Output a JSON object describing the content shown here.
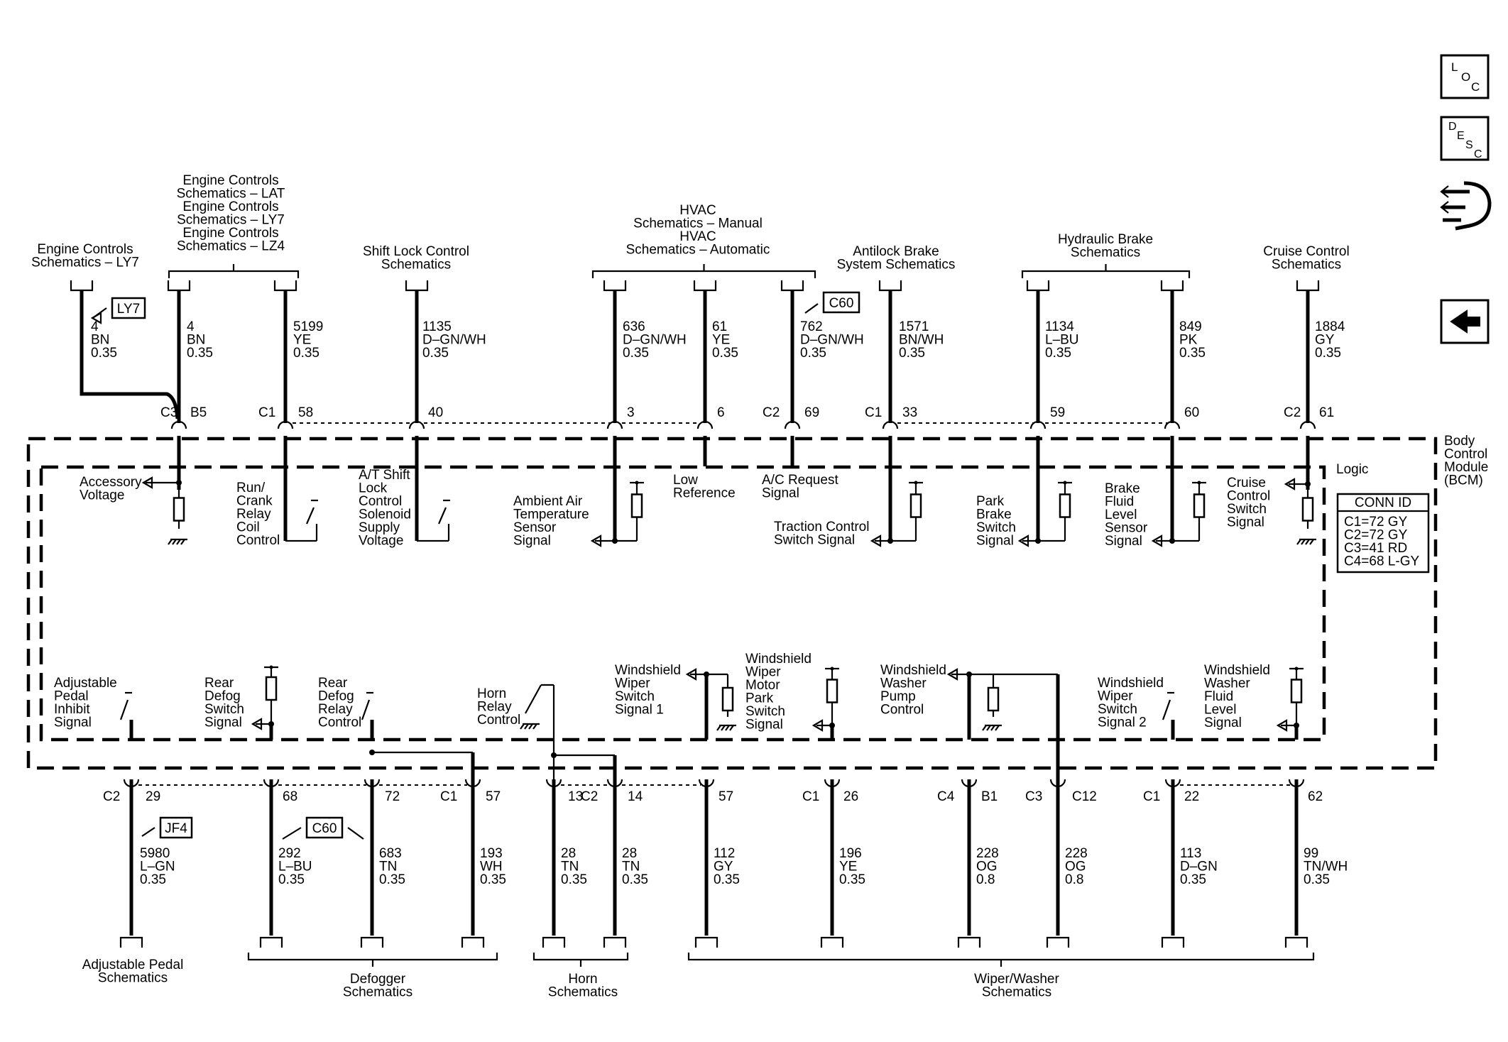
{
  "module": {
    "name_lines": [
      "Body",
      "Control",
      "Module",
      "(BCM)"
    ],
    "logic_label": "Logic",
    "conn_id": {
      "title": "CONN ID",
      "lines": [
        "C1=72 GY",
        "C2=72 GY",
        "C3=41 RD",
        "C4=68 L-GY"
      ]
    }
  },
  "toolbar": {
    "loc": [
      "L",
      "O",
      "C"
    ],
    "desc": [
      "D",
      "E",
      "S",
      "C"
    ]
  },
  "top_destinations": [
    {
      "lines": [
        "Engine Controls",
        "Schematics – LY7"
      ]
    },
    {
      "lines": [
        "Engine Controls",
        "Schematics – LAT",
        "Engine Controls",
        "Schematics – LY7",
        "Engine Controls",
        "Schematics – LZ4"
      ]
    },
    {
      "lines": [
        "Shift Lock Control",
        "Schematics"
      ]
    },
    {
      "lines": [
        "HVAC",
        "Schematics – Manual",
        "HVAC",
        "Schematics – Automatic"
      ]
    },
    {
      "lines": [
        "Antilock Brake",
        "System Schematics"
      ]
    },
    {
      "lines": [
        "Hydraulic Brake",
        "Schematics"
      ]
    },
    {
      "lines": [
        "Cruise Control",
        "Schematics"
      ]
    }
  ],
  "bottom_destinations": [
    {
      "lines": [
        "Adjustable Pedal",
        "Schematics"
      ]
    },
    {
      "lines": [
        "Defogger",
        "Schematics"
      ]
    },
    {
      "lines": [
        "Horn",
        "Schematics"
      ]
    },
    {
      "lines": [
        "Wiper/Washer",
        "Schematics"
      ]
    }
  ],
  "option_tags": [
    "LY7",
    "C60",
    "JF4",
    "C60"
  ],
  "top_wires": [
    {
      "circuit": "4",
      "color": "BN",
      "size": "0.35",
      "connector": "C3",
      "pin": "B5"
    },
    {
      "circuit": "4",
      "color": "BN",
      "size": "0.35",
      "connector": "",
      "pin": ""
    },
    {
      "circuit": "5199",
      "color": "YE",
      "size": "0.35",
      "connector": "C1",
      "pin": "58"
    },
    {
      "circuit": "1135",
      "color": "D–GN/WH",
      "size": "0.35",
      "connector": "",
      "pin": "40"
    },
    {
      "circuit": "636",
      "color": "D–GN/WH",
      "size": "0.35",
      "connector": "",
      "pin": "3"
    },
    {
      "circuit": "61",
      "color": "YE",
      "size": "0.35",
      "connector": "",
      "pin": "6"
    },
    {
      "circuit": "762",
      "color": "D–GN/WH",
      "size": "0.35",
      "connector": "C2",
      "pin": "69"
    },
    {
      "circuit": "1571",
      "color": "BN/WH",
      "size": "0.35",
      "connector": "C1",
      "pin": "33"
    },
    {
      "circuit": "1134",
      "color": "L–BU",
      "size": "0.35",
      "connector": "",
      "pin": "59"
    },
    {
      "circuit": "849",
      "color": "PK",
      "size": "0.35",
      "connector": "",
      "pin": "60"
    },
    {
      "circuit": "1884",
      "color": "GY",
      "size": "0.35",
      "connector": "C2",
      "pin": "61"
    }
  ],
  "bottom_wires": [
    {
      "circuit": "5980",
      "color": "L–GN",
      "size": "0.35",
      "connector": "C2",
      "pin": "29"
    },
    {
      "circuit": "292",
      "color": "L–BU",
      "size": "0.35",
      "connector": "",
      "pin": "68"
    },
    {
      "circuit": "683",
      "color": "TN",
      "size": "0.35",
      "connector": "",
      "pin": "72"
    },
    {
      "circuit": "193",
      "color": "WH",
      "size": "0.35",
      "connector": "C1",
      "pin": "57"
    },
    {
      "circuit": "28",
      "color": "TN",
      "size": "0.35",
      "connector": "",
      "pin": "13"
    },
    {
      "circuit": "28",
      "color": "TN",
      "size": "0.35",
      "connector": "C2",
      "pin": "14"
    },
    {
      "circuit": "112",
      "color": "GY",
      "size": "0.35",
      "connector": "",
      "pin": "57"
    },
    {
      "circuit": "196",
      "color": "YE",
      "size": "0.35",
      "connector": "C1",
      "pin": "26"
    },
    {
      "circuit": "228",
      "color": "OG",
      "size": "0.8",
      "connector": "C4",
      "pin": "B1"
    },
    {
      "circuit": "228",
      "color": "OG",
      "size": "0.8",
      "connector": "C3",
      "pin": "C12"
    },
    {
      "circuit": "113",
      "color": "D–GN",
      "size": "0.35",
      "connector": "C1",
      "pin": "22"
    },
    {
      "circuit": "99",
      "color": "TN/WH",
      "size": "0.35",
      "connector": "",
      "pin": "62"
    }
  ],
  "signals_top": [
    {
      "lines": [
        "Accessory",
        "Voltage"
      ]
    },
    {
      "lines": [
        "Run/",
        "Crank",
        "Relay",
        "Coil",
        "Control"
      ]
    },
    {
      "lines": [
        "A/T Shift",
        "Lock",
        "Control",
        "Solenoid",
        "Supply",
        "Voltage"
      ]
    },
    {
      "lines": [
        "Ambient Air",
        "Temperature",
        "Sensor",
        "Signal"
      ]
    },
    {
      "lines": [
        "Low",
        "Reference"
      ]
    },
    {
      "lines": [
        "A/C Request",
        "Signal"
      ]
    },
    {
      "lines": [
        "Traction Control",
        "Switch Signal"
      ]
    },
    {
      "lines": [
        "Park",
        "Brake",
        "Switch",
        "Signal"
      ]
    },
    {
      "lines": [
        "Brake",
        "Fluid",
        "Level",
        "Sensor",
        "Signal"
      ]
    },
    {
      "lines": [
        "Cruise",
        "Control",
        "Switch",
        "Signal"
      ]
    }
  ],
  "signals_bottom": [
    {
      "lines": [
        "Adjustable",
        "Pedal",
        "Inhibit",
        "Signal"
      ]
    },
    {
      "lines": [
        "Rear",
        "Defog",
        "Switch",
        "Signal"
      ]
    },
    {
      "lines": [
        "Rear",
        "Defog",
        "Relay",
        "Control"
      ]
    },
    {
      "lines": [
        "Horn",
        "Relay",
        "Control"
      ]
    },
    {
      "lines": [
        "Windshield",
        "Wiper",
        "Switch",
        "Signal 1"
      ]
    },
    {
      "lines": [
        "Windshield",
        "Wiper",
        "Motor",
        "Park",
        "Switch",
        "Signal"
      ]
    },
    {
      "lines": [
        "Windshield",
        "Washer",
        "Pump",
        "Control"
      ]
    },
    {
      "lines": [
        "Windshield",
        "Wiper",
        "Switch",
        "Signal 2"
      ]
    },
    {
      "lines": [
        "Windshield",
        "Washer",
        "Fluid",
        "Level",
        "Signal"
      ]
    }
  ],
  "icons": [
    "loc-button-icon",
    "desc-button-icon",
    "connector-tool-icon",
    "back-arrow-icon"
  ]
}
